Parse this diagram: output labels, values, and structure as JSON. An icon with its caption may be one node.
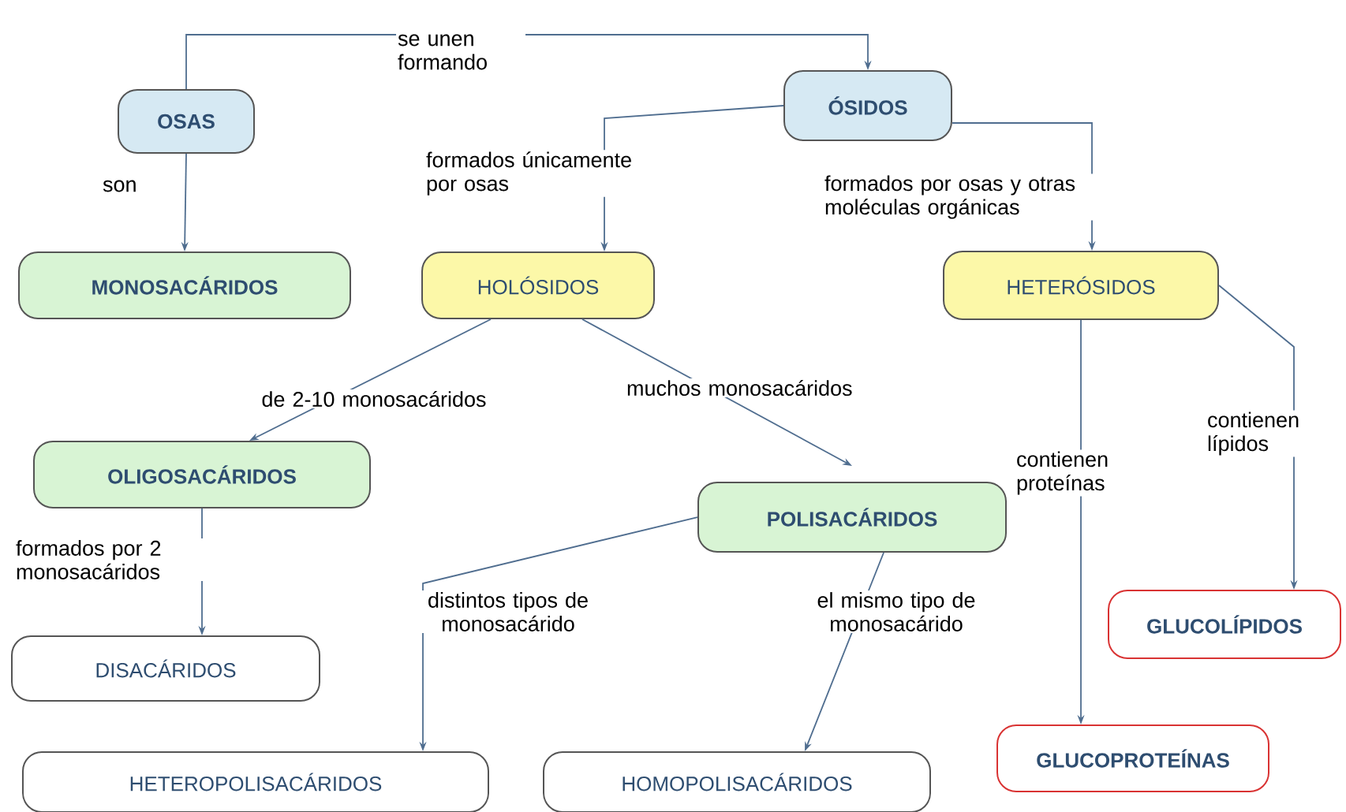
{
  "diagram": {
    "nodes": [
      {
        "text": [
          "OSAS"
        ]
      },
      {
        "text": [
          "ÓSIDOS"
        ]
      },
      {
        "text": [
          "MONOSACÁRIDOS"
        ]
      },
      {
        "text": [
          "HOLÓSIDOS"
        ]
      },
      {
        "text": [
          "HETERÓSIDOS"
        ]
      },
      {
        "text": [
          "OLIGOSACÁRIDOS"
        ]
      },
      {
        "text": [
          "POLISACÁRIDOS"
        ]
      },
      {
        "text": [
          "DISACÁRIDOS"
        ]
      },
      {
        "text": [
          "HETEROPOLISACÁRIDOS"
        ]
      },
      {
        "text": [
          "HOMOPOLISACÁRIDOS"
        ]
      },
      {
        "text": [
          "GLUCOPROTEÍNAS"
        ]
      },
      {
        "text": [
          "GLUCOLÍPIDOS"
        ]
      }
    ],
    "edges": [
      {
        "from": 0,
        "to": 1,
        "arrow": "to",
        "label": "se unen formando"
      },
      {
        "from": 0,
        "to": 2,
        "arrow": "to",
        "label": "son"
      },
      {
        "from": 1,
        "to": 3,
        "arrow": "to",
        "label": "formados únicamente por osas"
      },
      {
        "from": 1,
        "to": 4,
        "arrow": "to",
        "label": "formados por osas y otras moléculas orgánicas"
      },
      {
        "from": 3,
        "to": 5,
        "arrow": "to",
        "label": "de 2-10 monosacáridos"
      },
      {
        "from": 3,
        "to": 6,
        "arrow": "to",
        "label": "muchos monosacáridos"
      },
      {
        "from": 5,
        "to": 7,
        "arrow": "to",
        "label": "formados por 2 monosacáridos"
      },
      {
        "from": 6,
        "to": 8,
        "arrow": "to",
        "label": "distintos tipos de monosacárido"
      },
      {
        "from": 6,
        "to": 9,
        "arrow": "to",
        "label": "el mismo tipo de monosacárido"
      },
      {
        "from": 4,
        "to": 10,
        "arrow": "to",
        "label": "contienen proteínas"
      },
      {
        "from": 4,
        "to": 11,
        "arrow": "to",
        "label": "contienen lípidos"
      }
    ]
  }
}
